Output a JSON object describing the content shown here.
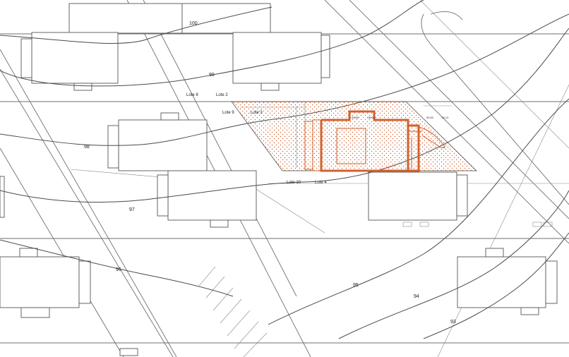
{
  "contours": {
    "c100": "100",
    "c99": "99",
    "c98": "98",
    "c97": "97",
    "c96": "96",
    "c95": "95",
    "c94": "94",
    "c93": "93"
  },
  "lots": {
    "lote8": "Lote 8",
    "lote2": "Lote 2",
    "lote9": "Lote 9",
    "lote3": "Lote 3",
    "lote10": "Lote 10",
    "lote4": "Lote 4"
  },
  "levels": {
    "l1": "95.80",
    "l2": "-96.10",
    "l3": "95.80",
    "l4": "-96.10"
  },
  "colors": {
    "accent": "#d2602b",
    "line": "#6f6f6f"
  }
}
